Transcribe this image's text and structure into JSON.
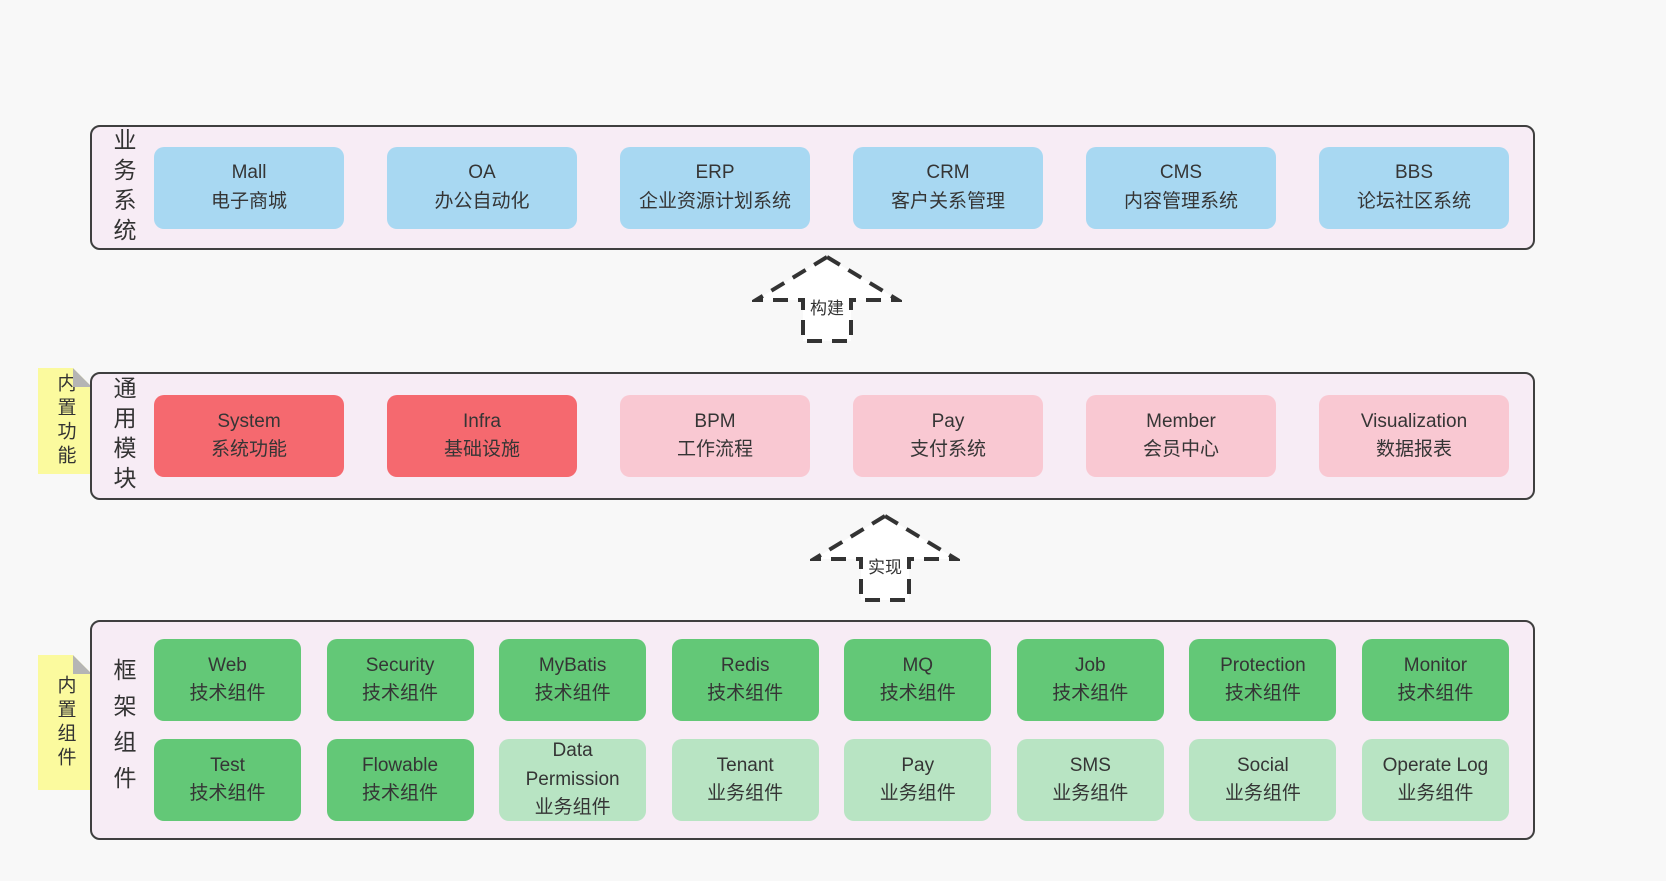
{
  "colors": {
    "page_bg": "#f8f8f8",
    "panel_bg": "#f7ecf5",
    "panel_border": "#3f3f3f",
    "blue_box": "#a8d8f2",
    "red_box": "#f5696f",
    "pink_box": "#f9c8d2",
    "green_box": "#63c877",
    "light_green_box": "#b8e4c3",
    "note_yellow": "#fbfa9e",
    "note_fold_gray": "#b5b5b5",
    "text": "#333333"
  },
  "arrows": [
    {
      "label": "构建"
    },
    {
      "label": "实现"
    }
  ],
  "layers": {
    "business": {
      "side_label": "业务系统",
      "boxes": [
        {
          "name": "Mall",
          "desc": "电子商城"
        },
        {
          "name": "OA",
          "desc": "办公自动化"
        },
        {
          "name": "ERP",
          "desc": "企业资源计划系统"
        },
        {
          "name": "CRM",
          "desc": "客户关系管理"
        },
        {
          "name": "CMS",
          "desc": "内容管理系统"
        },
        {
          "name": "BBS",
          "desc": "论坛社区系统"
        }
      ]
    },
    "modules": {
      "side_label": "通用模块",
      "note_label": "内置功能",
      "boxes": [
        {
          "name": "System",
          "desc": "系统功能"
        },
        {
          "name": "Infra",
          "desc": "基础设施"
        },
        {
          "name": "BPM",
          "desc": "工作流程"
        },
        {
          "name": "Pay",
          "desc": "支付系统"
        },
        {
          "name": "Member",
          "desc": "会员中心"
        },
        {
          "name": "Visualization",
          "desc": "数据报表"
        }
      ]
    },
    "components": {
      "side_label": "框架组件",
      "note_label": "内置组件",
      "row1": [
        {
          "name": "Web",
          "desc": "技术组件"
        },
        {
          "name": "Security",
          "desc": "技术组件"
        },
        {
          "name": "MyBatis",
          "desc": "技术组件"
        },
        {
          "name": "Redis",
          "desc": "技术组件"
        },
        {
          "name": "MQ",
          "desc": "技术组件"
        },
        {
          "name": "Job",
          "desc": "技术组件"
        },
        {
          "name": "Protection",
          "desc": "技术组件"
        },
        {
          "name": "Monitor",
          "desc": "技术组件"
        }
      ],
      "row2": [
        {
          "name": "Test",
          "desc": "技术组件"
        },
        {
          "name": "Flowable",
          "desc": "技术组件"
        },
        {
          "name": "Data Permission",
          "desc": "业务组件"
        },
        {
          "name": "Tenant",
          "desc": "业务组件"
        },
        {
          "name": "Pay",
          "desc": "业务组件"
        },
        {
          "name": "SMS",
          "desc": "业务组件"
        },
        {
          "name": "Social",
          "desc": "业务组件"
        },
        {
          "name": "Operate Log",
          "desc": "业务组件"
        }
      ]
    }
  }
}
